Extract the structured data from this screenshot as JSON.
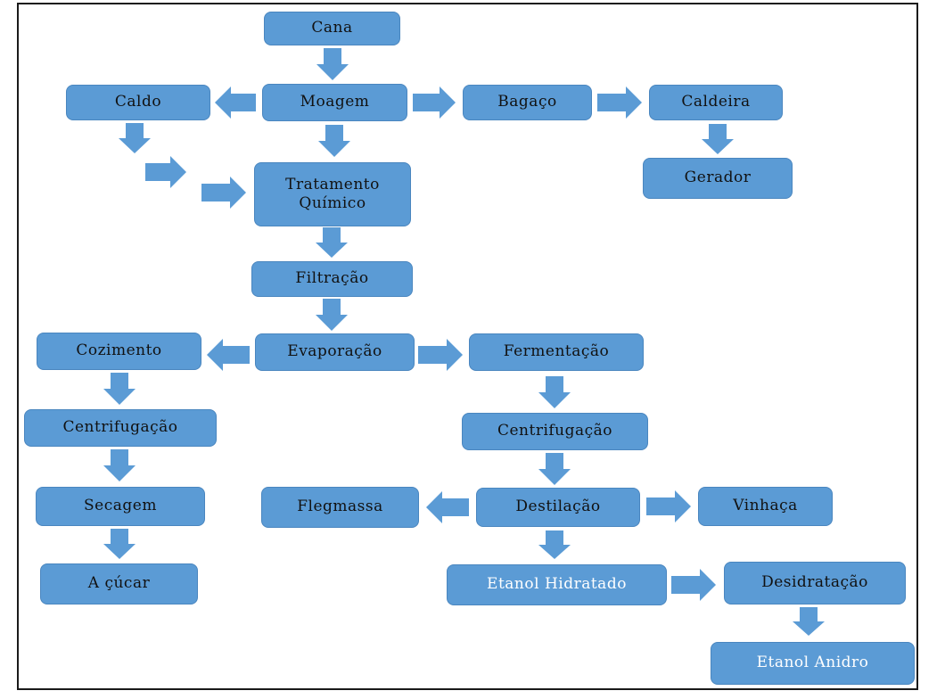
{
  "nodes": {
    "cana": "Cana",
    "moagem": "Moagem",
    "caldo": "Caldo",
    "bagaco": "Bagaço",
    "caldeira": "Caldeira",
    "gerador": "Gerador",
    "tratamento_line1": "Tratamento",
    "tratamento_line2": "Químico",
    "filtracao": "Filtração",
    "evaporacao": "Evaporação",
    "cozimento": "Cozimento",
    "centrifugacao_left": "Centrifugação",
    "secagem": "Secagem",
    "acucar": "A çúcar",
    "fermentacao": "Fermentação",
    "centrifugacao_right": "Centrifugação",
    "destilacao": "Destilação",
    "flegmassa": "Flegmassa",
    "vinhaca": "Vinhaça",
    "etanol_hidratado": "Etanol Hidratado",
    "desidratacao": "Desidratação",
    "etanol_anidro": "Etanol Anidro"
  },
  "colors": {
    "node_fill": "#5b9bd5",
    "node_border": "#4a86bf",
    "arrow_fill": "#5b9bd5",
    "frame": "#1a1a1a"
  }
}
